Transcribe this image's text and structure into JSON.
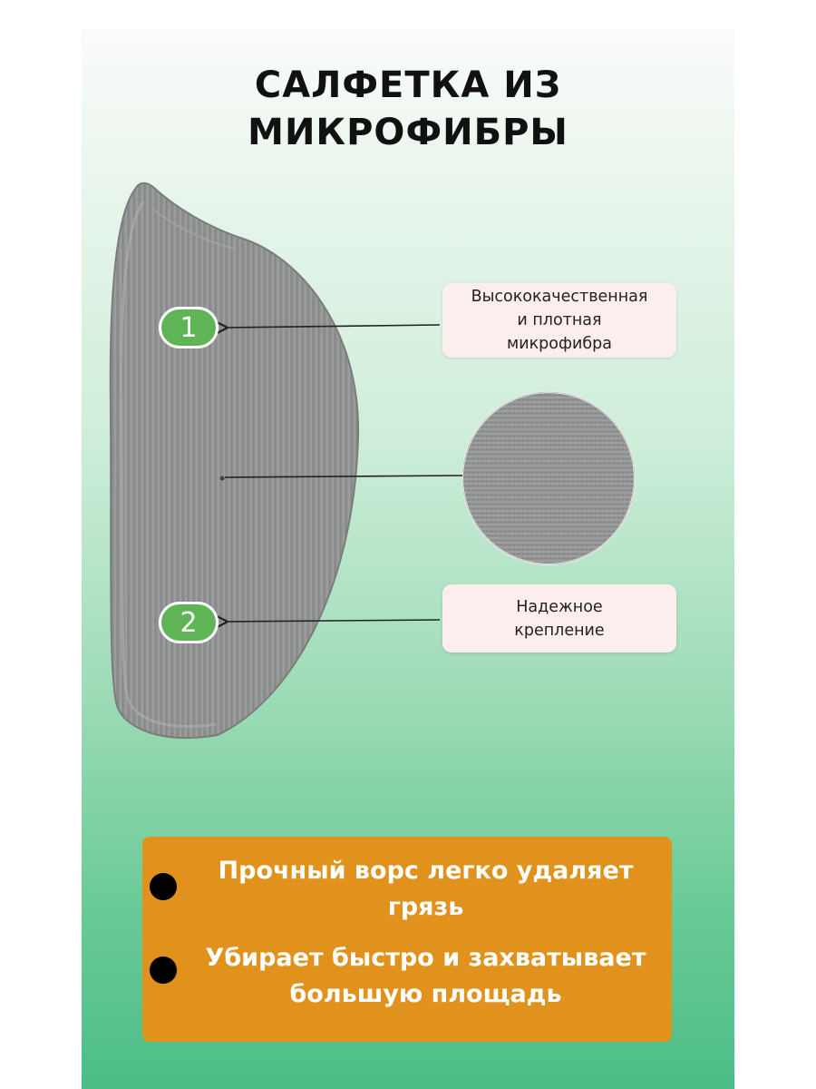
{
  "title": {
    "line1": "САЛФЕТКА ИЗ",
    "line2": "МИКРОФИБРЫ"
  },
  "callouts": [
    {
      "number": "1",
      "lines": [
        "Высококачественная",
        "и плотная",
        "микрофибра"
      ]
    },
    {
      "number": "2",
      "lines": [
        "Надежное",
        "крепление"
      ]
    }
  ],
  "features": [
    {
      "lines": [
        "Прочный ворс легко удаляет",
        "грязь"
      ]
    },
    {
      "lines": [
        "Убирает быстро и захватывает",
        "большую площадь"
      ]
    }
  ],
  "colors": {
    "badge": "#5fb556",
    "features_panel": "#e0921d",
    "label_box": "#fbeeed",
    "pad": "#8e918f"
  },
  "icons": [
    "microfiber-pad-image",
    "fabric-closeup-image",
    "arrow-icon"
  ]
}
